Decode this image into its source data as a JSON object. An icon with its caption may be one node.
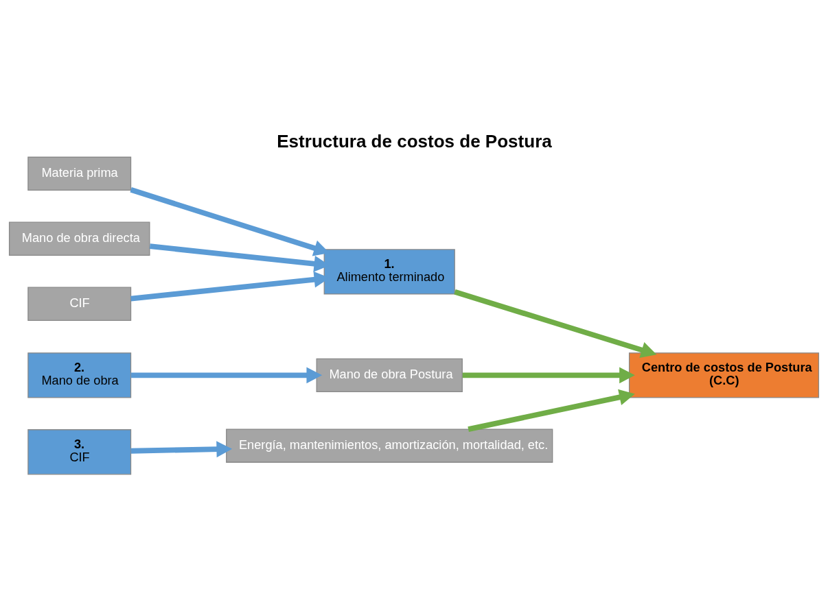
{
  "diagram": {
    "title": "Estructura de costos de Postura",
    "nodes": [
      {
        "text": [
          "Materia prima"
        ]
      },
      {
        "text": [
          "Mano de obra directa"
        ]
      },
      {
        "text": [
          "CIF"
        ]
      },
      {
        "text": [
          "1.",
          "Alimento terminado"
        ]
      },
      {
        "text": [
          "2.",
          "Mano de obra"
        ]
      },
      {
        "text": [
          "Mano de obra Postura"
        ]
      },
      {
        "text": [
          "Centro de costos de Postura",
          "(C.C)"
        ]
      },
      {
        "text": [
          "3.",
          "CIF"
        ]
      },
      {
        "text": [
          "Energía, mantenimientos, amortización, mortalidad, etc."
        ]
      }
    ],
    "edges": [
      {
        "from": 0,
        "to": 3,
        "arrow": "to"
      },
      {
        "from": 1,
        "to": 3,
        "arrow": "to"
      },
      {
        "from": 2,
        "to": 3,
        "arrow": "to"
      },
      {
        "from": 3,
        "to": 6,
        "arrow": "to",
        "color": "#70ad47"
      },
      {
        "from": 4,
        "to": 5,
        "arrow": "to"
      },
      {
        "from": 5,
        "to": 6,
        "arrow": "to",
        "color": "#70ad47"
      },
      {
        "from": 7,
        "to": 8,
        "arrow": "to"
      },
      {
        "from": 8,
        "to": 6,
        "arrow": "to",
        "color": "#70ad47"
      }
    ]
  }
}
